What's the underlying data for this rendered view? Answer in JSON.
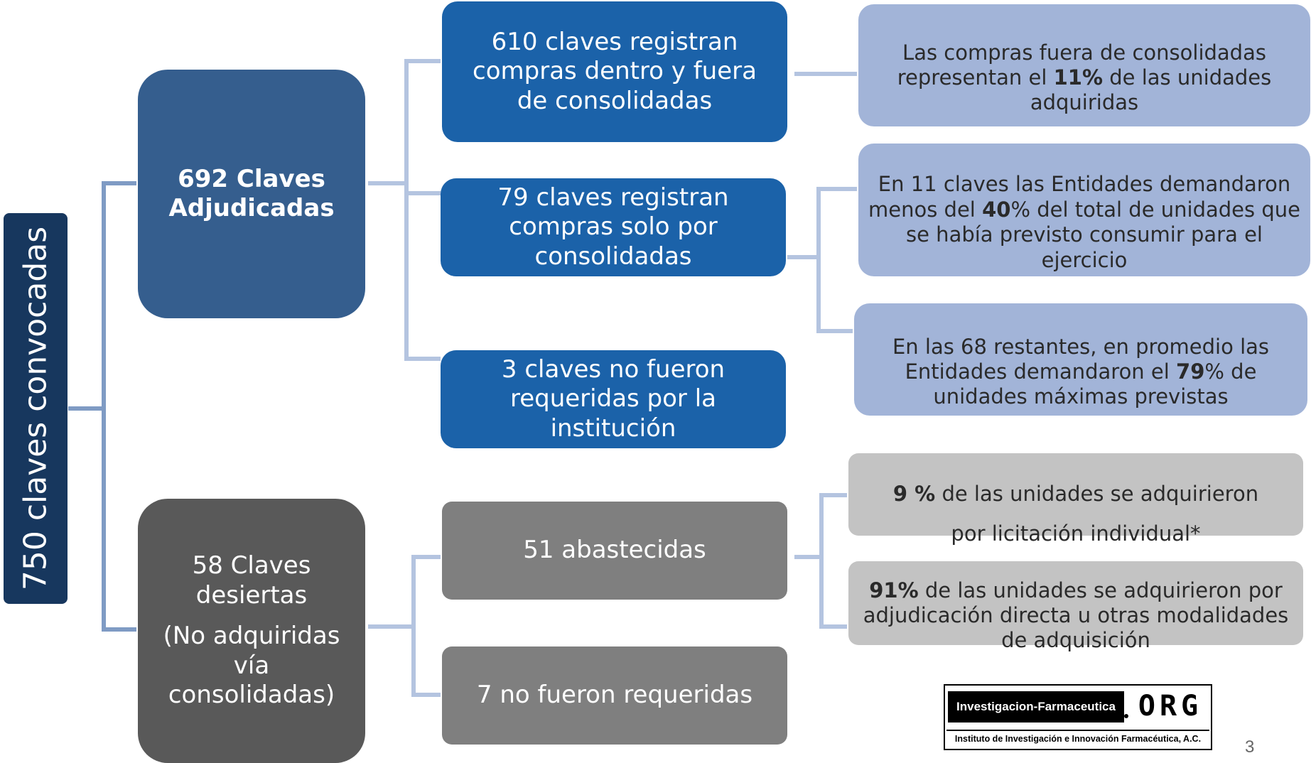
{
  "root": {
    "label": "750 claves convocadas"
  },
  "adjudicadas": {
    "label": "692 Claves Adjudicadas",
    "children": [
      {
        "label": "610 claves registran compras dentro y fuera de consolidadas",
        "details": [
          {
            "pre": "Las compras fuera de consolidadas representan el ",
            "bold": "11%",
            "post": " de las unidades adquiridas"
          }
        ]
      },
      {
        "label": "79 claves registran compras solo por consolidadas",
        "details": [
          {
            "pre": "En 11 claves las Entidades demandaron menos del ",
            "bold": "40",
            "post": "% del total de unidades que se había previsto consumir para el ejercicio"
          },
          {
            "pre": "En las 68 restantes, en promedio las Entidades demandaron el ",
            "bold": "79",
            "post": "% de unidades máximas previstas"
          }
        ]
      },
      {
        "label": "3 claves no fueron requeridas por la institución"
      }
    ]
  },
  "desiertas": {
    "label_line1": "58 Claves desiertas",
    "label_line2": "(No adquiridas vía consolidadas)",
    "children": [
      {
        "label": "51 abastecidas",
        "details": [
          {
            "bold": "9 %",
            "post": " de las unidades se adquirieron por licitación individual*"
          },
          {
            "bold": "91%",
            "post": " de las unidades se adquirieron por adjudicación directa u otras modalidades de adquisición"
          }
        ]
      },
      {
        "label": "7 no fueron requeridas"
      }
    ]
  },
  "logo": {
    "name": "Investigacion-Farmaceutica",
    "suffix": "ORG",
    "subtitle": "Instituto de Investigación e Innovación Farmacéutica, A.C."
  },
  "page_number": "3",
  "colors": {
    "root": "#17375e",
    "adjudicadas": "#355e8e",
    "desiertas": "#595959",
    "level2_blue": "#1b62a9",
    "level2_gray": "#7f7f7f",
    "level3_blue": "#a2b4d8",
    "level3_gray": "#c3c3c3",
    "connector_blue": "#7f9bc4",
    "connector_light": "#b4c4e0"
  }
}
